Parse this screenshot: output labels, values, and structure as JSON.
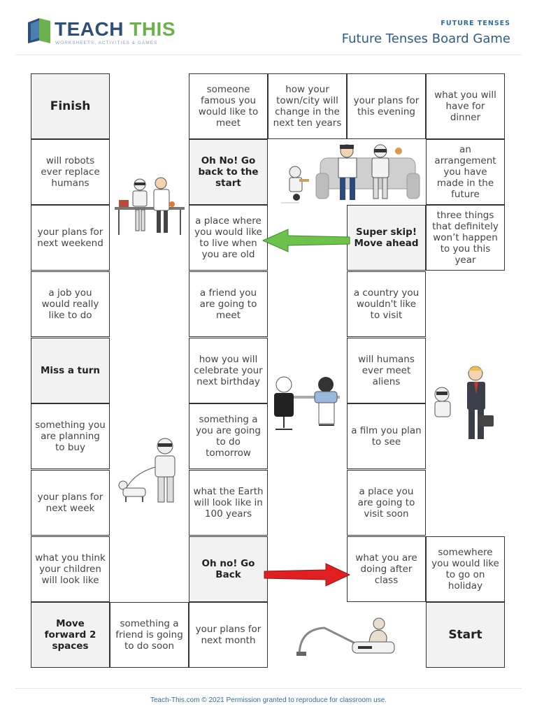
{
  "header": {
    "logo_teach": "TEACH",
    "logo_this": "THIS",
    "logo_sub": "WORKSHEETS, ACTIVITIES & GAMES",
    "category": "FUTURE TENSES",
    "title": "Future Tenses Board Game"
  },
  "board": {
    "finish": "Finish",
    "robots_replace": "will robots ever replace humans",
    "plans_weekend": "your plans for next weekend",
    "job": "a job you would really like to do",
    "miss_turn": "Miss a turn",
    "planning_buy": "something you are planning to buy",
    "plans_week": "your plans for next week",
    "children": "what you think your children will look like",
    "move_forward": "Move forward 2 spaces",
    "friend_soon": "something a friend is going to do soon",
    "famous": "someone famous you would like to meet",
    "oh_no_start": "Oh No! Go back to the start",
    "place_old": "a place where you would like to live when you are old",
    "friend_meet": "a friend you are going to meet",
    "birthday": "how you will celebrate your next birthday",
    "tomorrow": "something a you are going to do tomorrow",
    "earth": "what the Earth will look like in 100 years",
    "oh_no_back": "Oh no! Go Back",
    "plans_month": "your plans for next month",
    "town": "how your town/city will change in the next ten years",
    "evening": "your plans for this evening",
    "dinner": "what you will have for dinner",
    "arrangement": "an arrangement you have made in the future",
    "super_skip": "Super skip! Move ahead",
    "three_things": "three things that definitely won’t happen to you this year",
    "country": "a country you wouldn't like to visit",
    "aliens": "will humans ever meet aliens",
    "film": "a film you plan to see",
    "place_visit": "a place you are going to visit soon",
    "after_class": "what you are doing after class",
    "holiday": "somewhere you would like to go on holiday",
    "start": "Start"
  },
  "colors": {
    "green_arrow": "#6cc24a",
    "red_arrow": "#e02020",
    "brand_blue": "#2e4f7a",
    "brand_green": "#6ab04c"
  },
  "footer": {
    "text": "Teach-This.com © 2021 Permission granted to reproduce for classroom use."
  }
}
